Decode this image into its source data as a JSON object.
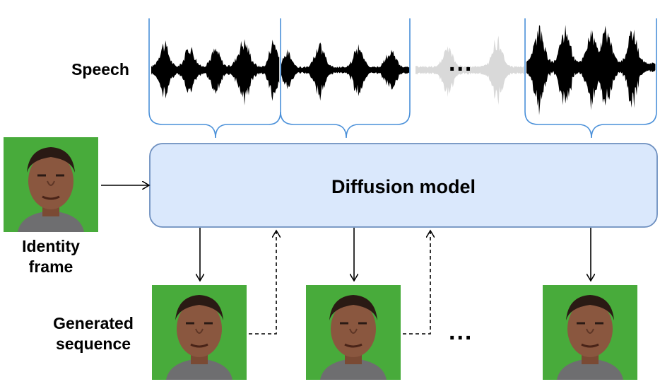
{
  "labels": {
    "speech": "Speech",
    "model": "Diffusion model",
    "identity_line1": "Identity",
    "identity_line2": "frame",
    "generated_line1": "Generated",
    "generated_line2": "sequence",
    "ellipsis_top": "...",
    "ellipsis_bottom": "..."
  },
  "colors": {
    "model_fill": "#dae8fc",
    "model_stroke": "#6c8ebf",
    "bracket": "#4a90d9",
    "wave_active": "#000000",
    "wave_faded": "#d9d9d9",
    "face_background": "#3fa535"
  },
  "icons": {
    "identity_frame": "face-photo-icon",
    "generated_frames": [
      "face-photo-icon",
      "face-photo-icon",
      "face-photo-icon"
    ]
  }
}
